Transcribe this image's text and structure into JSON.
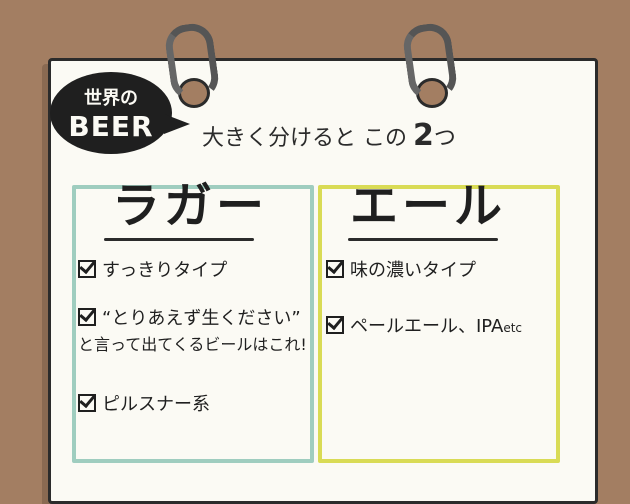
{
  "badge": {
    "line1": "世界の",
    "line2": "BEER"
  },
  "headline": {
    "text": "大きく分けると この",
    "number": "2",
    "suffix": "つ"
  },
  "columns": {
    "lager": {
      "title": "ラガー",
      "items": [
        {
          "text": "すっきりタイプ"
        },
        {
          "text": "“とりあえず生ください”",
          "text2": "と言って出てくるビールはこれ!"
        },
        {
          "text": "ピルスナー系"
        }
      ]
    },
    "ale": {
      "title": "エール",
      "items": [
        {
          "text": "味の濃いタイプ"
        },
        {
          "text": "ペールエール、IPA",
          "small": "etc"
        }
      ]
    }
  },
  "colors": {
    "lager_frame": "#9fcdbf",
    "ale_frame": "#d9db55",
    "highlight": "#f6d9c7",
    "background": "#a37e62"
  }
}
